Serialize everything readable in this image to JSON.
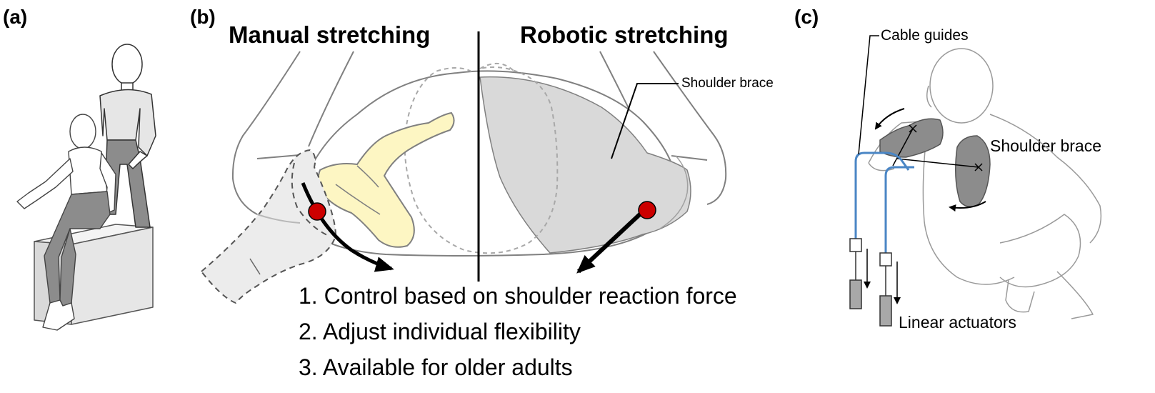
{
  "panels": {
    "a": {
      "label": "(a)"
    },
    "b": {
      "label": "(b)",
      "left_heading": "Manual stretching",
      "right_heading": "Robotic stretching",
      "brace_label": "Shoulder brace",
      "points": [
        "1. Control based on shoulder reaction force",
        "2. Adjust individual flexibility",
        "3. Available for older adults"
      ]
    },
    "c": {
      "label": "(c)",
      "cable_label": "Cable guides",
      "brace_label": "Shoulder brace",
      "actuator_label": "Linear actuators"
    }
  },
  "colors": {
    "outline": "#808080",
    "skin": "#e6e6e6",
    "garment": "#8c8c8c",
    "brace": "#d9d9d9",
    "bone": "#fdf6c3",
    "force_point": "#cc0000",
    "cable": "#4a86c5"
  }
}
